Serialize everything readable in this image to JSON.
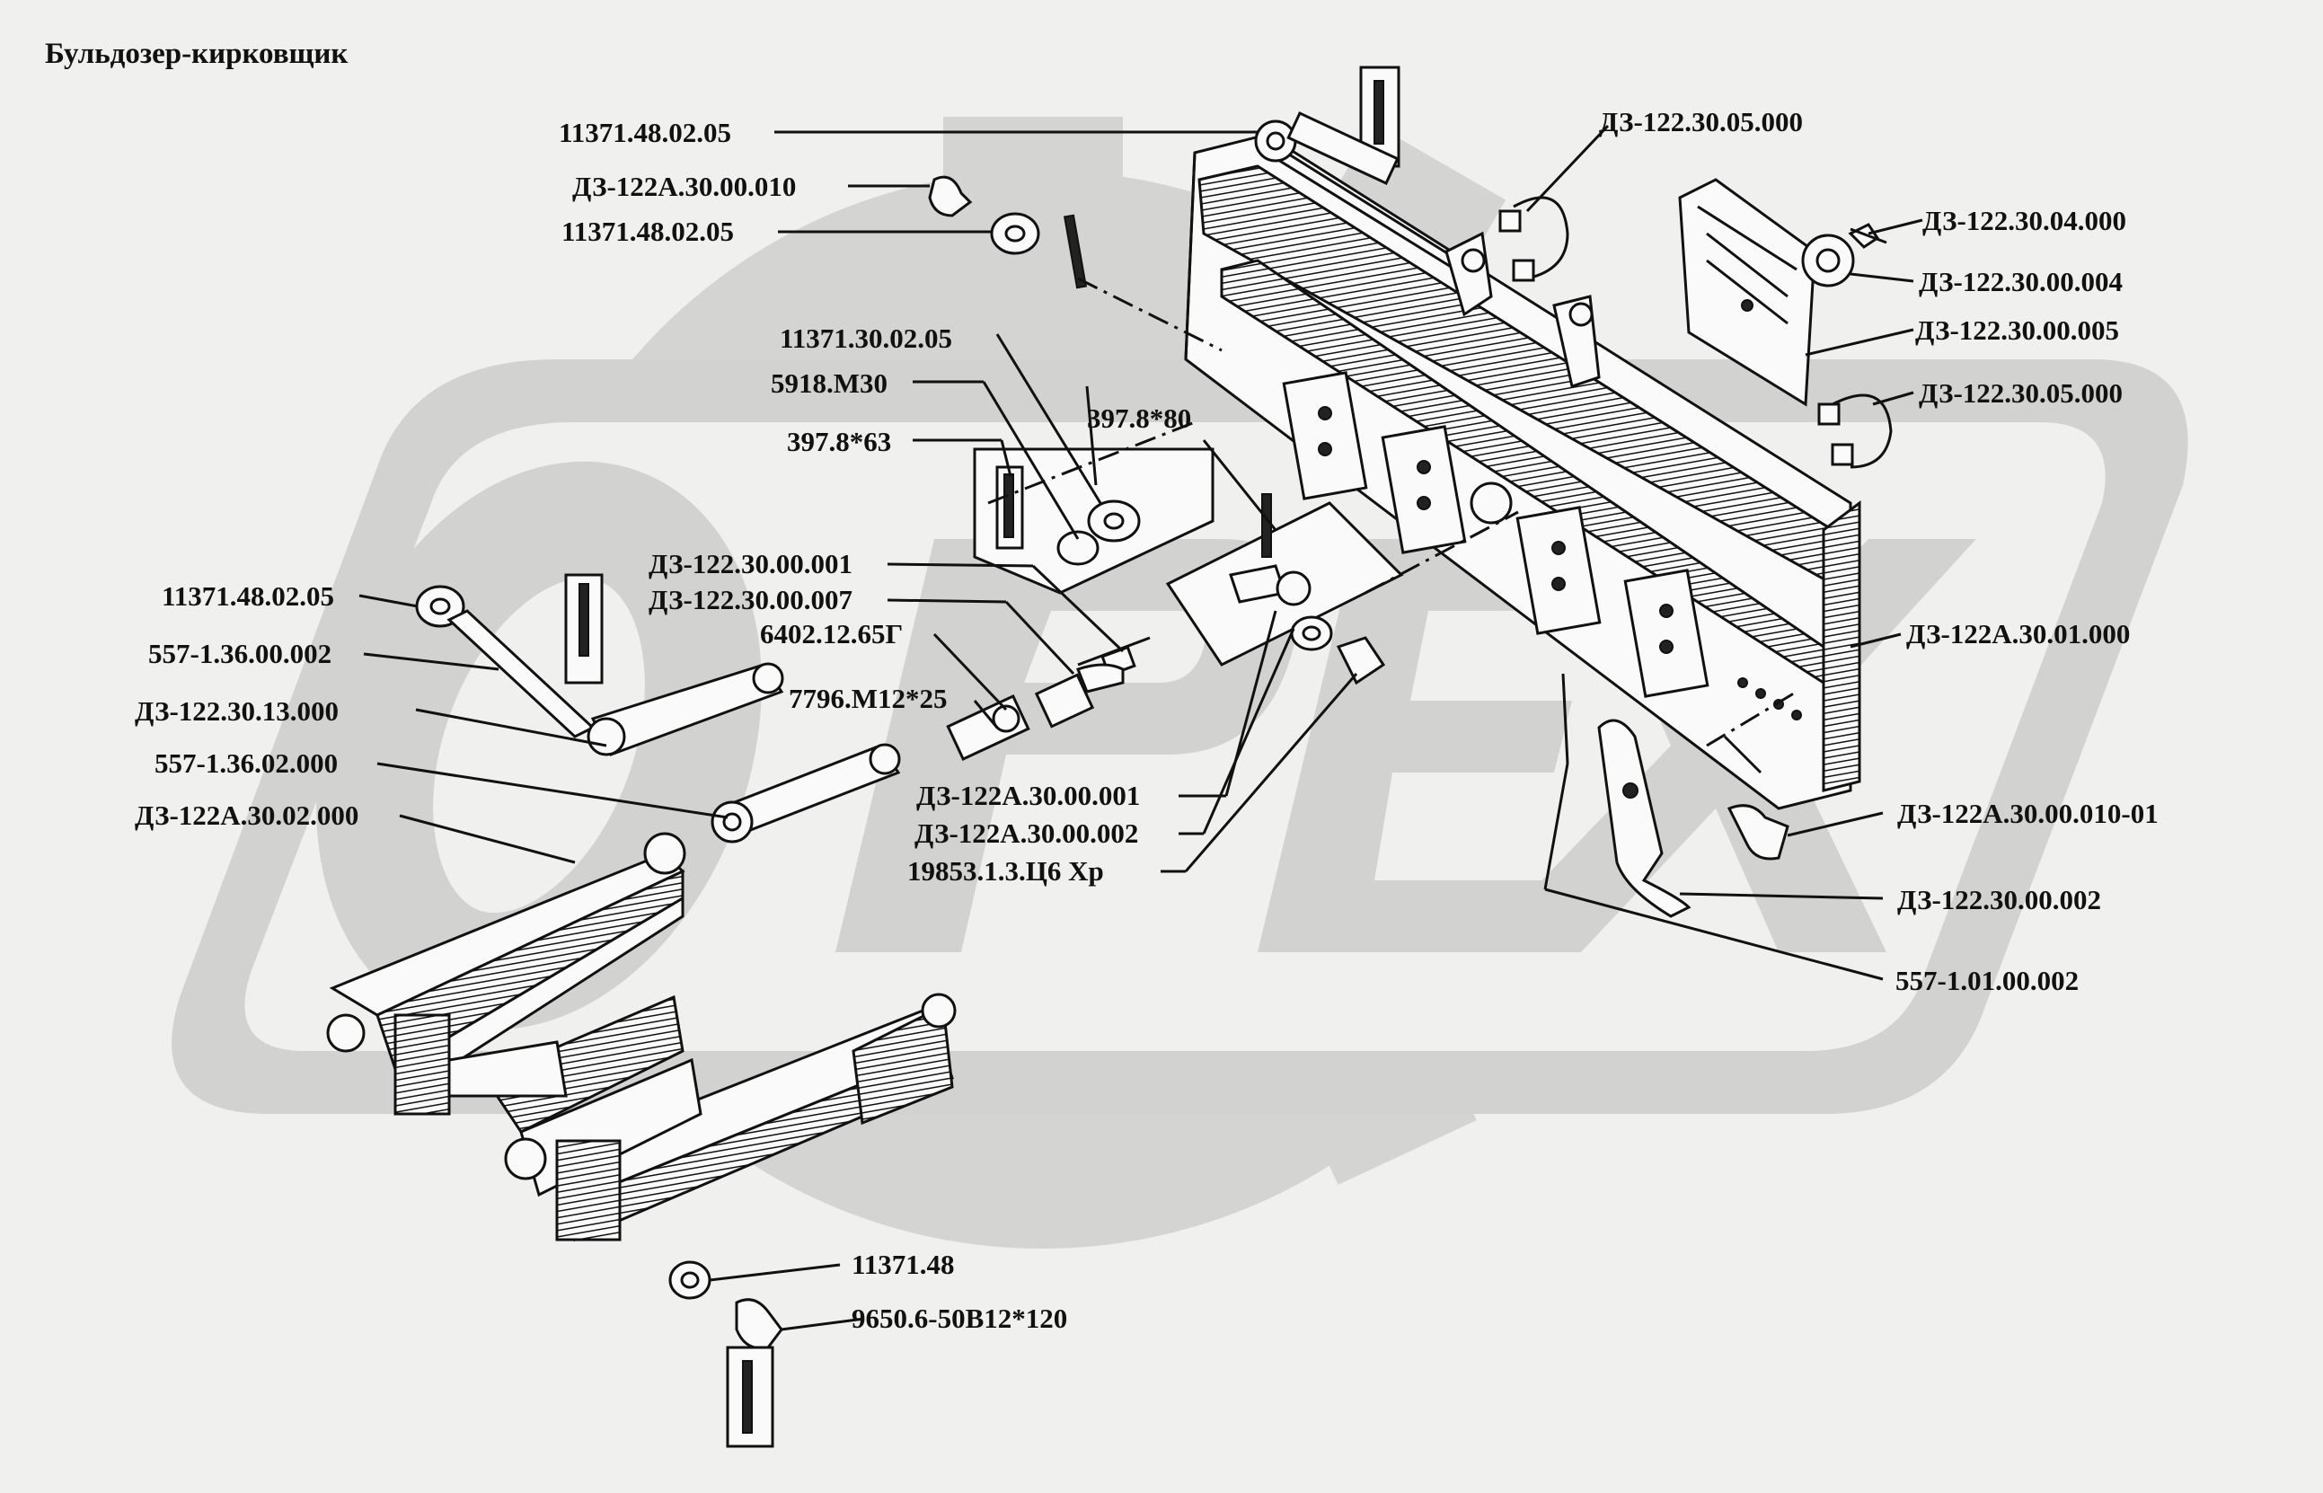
{
  "title": "Бульдозер-кирковщик",
  "labels": [
    "11371.48.02.05",
    "ДЗ-122А.30.00.010",
    "11371.48.02.05",
    "11371.30.02.05",
    "5918.М30",
    "397.8*63",
    "397.8*80",
    "ДЗ-122.30.05.000",
    "ДЗ-122.30.04.000",
    "ДЗ-122.30.00.004",
    "ДЗ-122.30.00.005",
    "ДЗ-122.30.05.000",
    "ДЗ-122.30.00.001",
    "ДЗ-122.30.00.007",
    "6402.12.65Г",
    "7796.М12*25",
    "11371.48.02.05",
    "557-1.36.00.002",
    "ДЗ-122.30.13.000",
    "557-1.36.02.000",
    "ДЗ-122А.30.02.000",
    "ДЗ-122А.30.01.000",
    "ДЗ-122А.30.00.001",
    "ДЗ-122А.30.00.002",
    "19853.1.3.Ц6 Хр",
    "ДЗ-122А.30.00.010-01",
    "ДЗ-122.30.00.002",
    "557-1.01.00.002",
    "11371.48",
    "9650.6-50В12*120"
  ],
  "watermark": "ОРЕХ"
}
